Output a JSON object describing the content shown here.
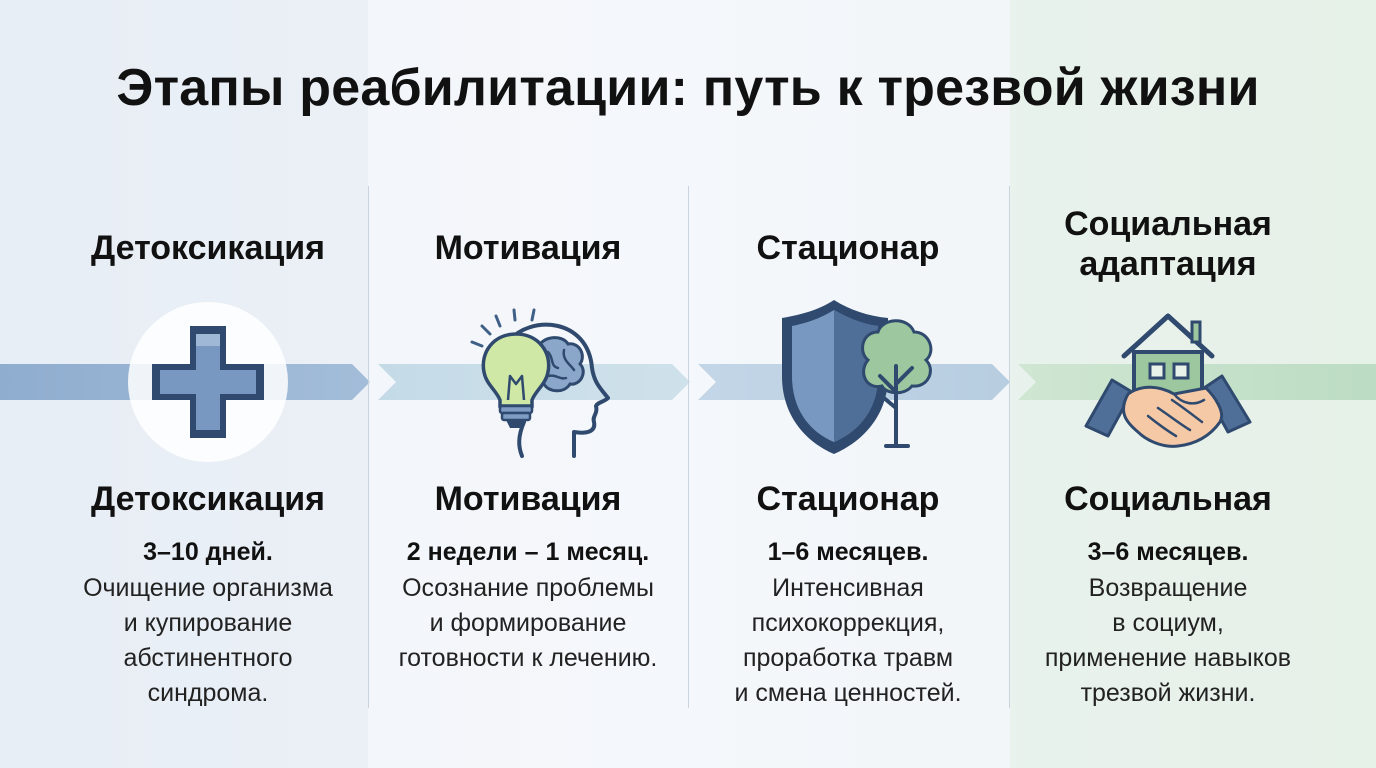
{
  "title": "Этапы реабилитации: путь к трезвой жизни",
  "stages": [
    {
      "title_lines": [
        "Детоксикация"
      ],
      "icon": "medical-cross-icon",
      "label": "Детоксикация",
      "duration": "3–10 дней.",
      "description_lines": [
        "Очищение организма",
        "и купирование",
        "абстинентного",
        "синдрома."
      ]
    },
    {
      "title_lines": [
        "Мотивация"
      ],
      "icon": "head-lightbulb-icon",
      "label": "Мотивация",
      "duration": "2 недели – 1 месяц.",
      "description_lines": [
        "Осознание проблемы",
        "и формирование",
        "готовности к лечению."
      ]
    },
    {
      "title_lines": [
        "Стационар"
      ],
      "icon": "shield-tree-icon",
      "label": "Стационар",
      "duration": "1–6 месяцев.",
      "description_lines": [
        "Интенсивная",
        "психокоррекция,",
        "проработка травм",
        "и смена ценностей."
      ]
    },
    {
      "title_lines": [
        "Социальная",
        "адаптация"
      ],
      "icon": "house-handshake-icon",
      "label": "Социальная",
      "duration": "3–6 месяцев.",
      "description_lines": [
        "Возвращение",
        "в социум,",
        "применение навыков",
        "трезвой жизни."
      ]
    }
  ],
  "colors": {
    "band_blue": "#8fadcf",
    "band_light_blue": "#c3dbe6",
    "band_green": "#bcdcc3",
    "icon_blue": "#6f90b8",
    "icon_dark": "#2f4a6e",
    "icon_green": "#9cc79f",
    "skin": "#f6c9a6"
  }
}
